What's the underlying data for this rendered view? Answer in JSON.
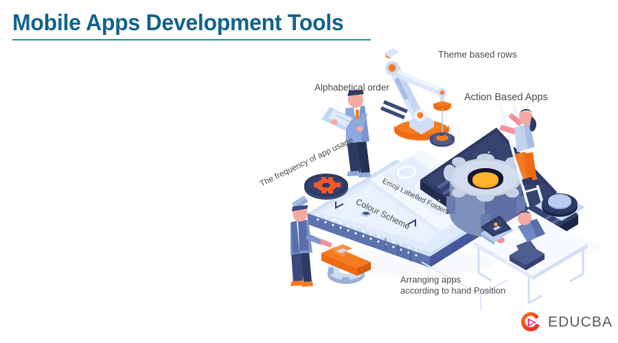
{
  "page": {
    "title": "Mobile Apps Development Tools",
    "background": "#ffffff",
    "title_color": "#12638a",
    "rule_color": "#2a85a8"
  },
  "labels": {
    "theme_based_rows": "Theme based rows",
    "alphabetical_order": "Alphabetical order",
    "action_based_apps": "Action Based Apps",
    "frequency_of_app_usage": "The frequency of app usage",
    "emoji_labelled_folders": "Emoji Labelled Folders",
    "colour_scheme": "Colour Scheme",
    "arranging_apps_line1": "Arranging apps",
    "arranging_apps_line2": "according to hand Position",
    "label_color": "#4a4a4a"
  },
  "logo": {
    "brand": "EDUCBA",
    "mark_color_start": "#f37021",
    "mark_color_end": "#e8272c",
    "mark_accent": "#ec268f",
    "text_color": "#58595b"
  },
  "illustration": {
    "type": "isometric-infographic",
    "palette": {
      "navy_dark": "#2d3a64",
      "navy": "#3b4a7a",
      "navy_mid": "#4e5c8f",
      "blue_light": "#b9cdf0",
      "blue_pale": "#dbe6fa",
      "blue_paler": "#eef4fe",
      "blue_mid": "#8da9dd",
      "orange": "#f47b20",
      "orange_deep": "#ef6a12",
      "orange_bright": "#ffa51f",
      "pink": "#f4919a",
      "skin": "#f7a9a4",
      "white": "#ffffff",
      "grey_gear": "#c7d2e6"
    },
    "elements": [
      {
        "name": "robot-crane-arm",
        "color": "#dbe6fa",
        "accent": "#f47b20"
      },
      {
        "name": "crane-hook-weight",
        "color": "#f47b20"
      },
      {
        "name": "businessman-with-blueprint",
        "suit": "#8da9dd",
        "tie": "#f47b20"
      },
      {
        "name": "magnifier-with-gear",
        "lens": "#2d3a64",
        "gear": "#f15a29"
      },
      {
        "name": "light-phone-colour-scheme",
        "color": "#dbe6fa"
      },
      {
        "name": "folder-grid-tile",
        "count": 3,
        "color": "#eef4fe"
      },
      {
        "name": "dark-phone-action-apps",
        "color": "#2d3a64"
      },
      {
        "name": "big-gear-on-phone",
        "color": "#c7d2e6",
        "center": "#ffa51f"
      },
      {
        "name": "ladder",
        "color": "#eef4fe"
      },
      {
        "name": "woman-climbing-ladder",
        "pants": "#f47b20",
        "top": "#c3d3ef"
      },
      {
        "name": "man-pointing",
        "vest": "#5a6ea8",
        "shoes": "#f47b20"
      },
      {
        "name": "orange-wrench-on-gear",
        "color": "#f47b20"
      },
      {
        "name": "person-at-desk-with-laptop",
        "color": "#4e5c8f"
      },
      {
        "name": "round-button-pad",
        "color": "#2d3a64"
      }
    ]
  }
}
